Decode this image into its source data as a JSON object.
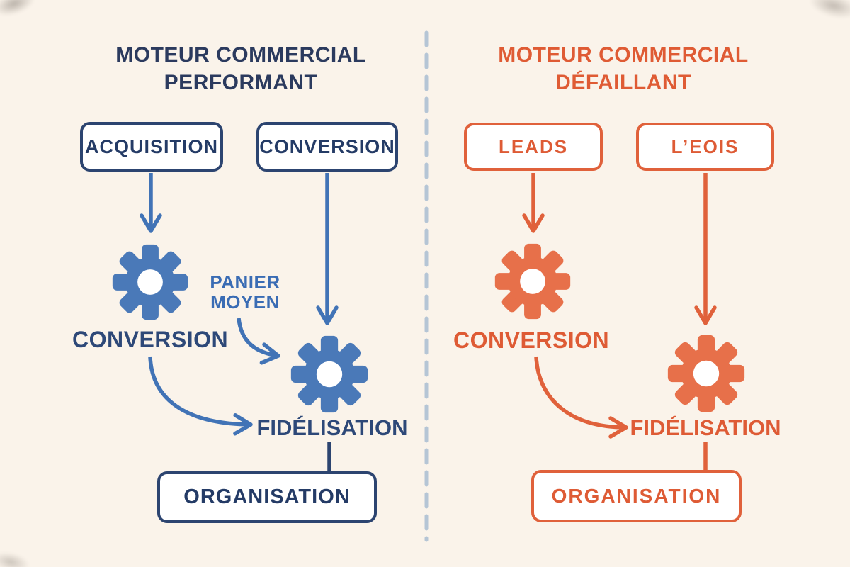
{
  "colors": {
    "background": "#faf3ea",
    "navy_title": "#2b3a5e",
    "navy_border": "#2c4470",
    "navy_label": "#2d4878",
    "blue_arrow": "#4173b6",
    "blue_gear": "#4a79b8",
    "blue_text": "#3a6cb4",
    "orange_text": "#de5b35",
    "orange_border": "#e0613b",
    "orange_gear": "#e7704a",
    "divider": "#b5c5d5",
    "box_fill": "#ffffff"
  },
  "left": {
    "title_line1": "MOTEUR COMMERCIAL",
    "title_line2": "PERFORMANT",
    "box_acquisition": "ACQUISITION",
    "box_conversion": "CONVERSION",
    "label_conversion": "CONVERSION",
    "panier_line1": "PANIER",
    "panier_line2": "MOYEN",
    "label_fidelisation": "FIDÉLISATION",
    "box_organisation": "ORGANISATION"
  },
  "right": {
    "title_line1": "MOTEUR COMMERCIAL",
    "title_line2": "DÉFAILLANT",
    "box_leads": "LEADS",
    "box_leois": "L’EOIS",
    "label_conversion": "CONVERSION",
    "label_fidelisation": "FIDÉLISATION",
    "box_organisation": "ORGANISATION"
  }
}
